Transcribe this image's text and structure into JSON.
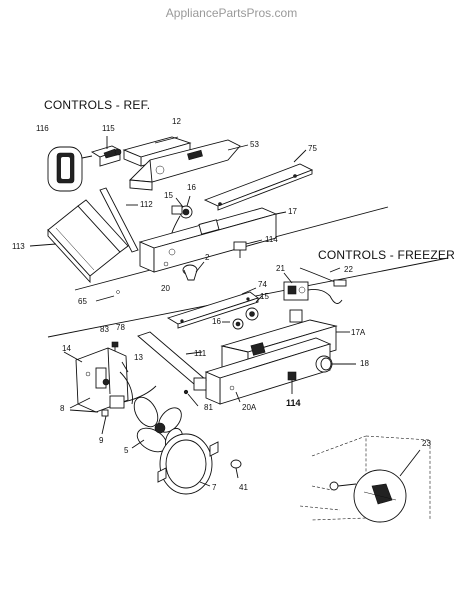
{
  "header": {
    "site": "AppliancePartsPros.com"
  },
  "sections": {
    "ref": "CONTROLS - REF.",
    "freezer": "CONTROLS - FREEZER"
  },
  "parts": {
    "p116": "116",
    "p115": "115",
    "p12": "12",
    "p53": "53",
    "p75": "75",
    "p112": "112",
    "p15a": "15",
    "p16a": "16",
    "p17": "17",
    "p113": "113",
    "p114a": "114",
    "p2": "2",
    "p20": "20",
    "p65": "65",
    "p74": "74",
    "p21": "21",
    "p22": "22",
    "p15b": "15",
    "p16b": "16",
    "p83": "83",
    "p78": "78",
    "p14": "14",
    "p13": "13",
    "p111": "111",
    "p17a": "17A",
    "p18": "18",
    "p8": "8",
    "p81": "81",
    "p20a": "20A",
    "p114b": "114",
    "p9": "9",
    "p5": "5",
    "p7": "7",
    "p41": "41",
    "p23": "23"
  }
}
